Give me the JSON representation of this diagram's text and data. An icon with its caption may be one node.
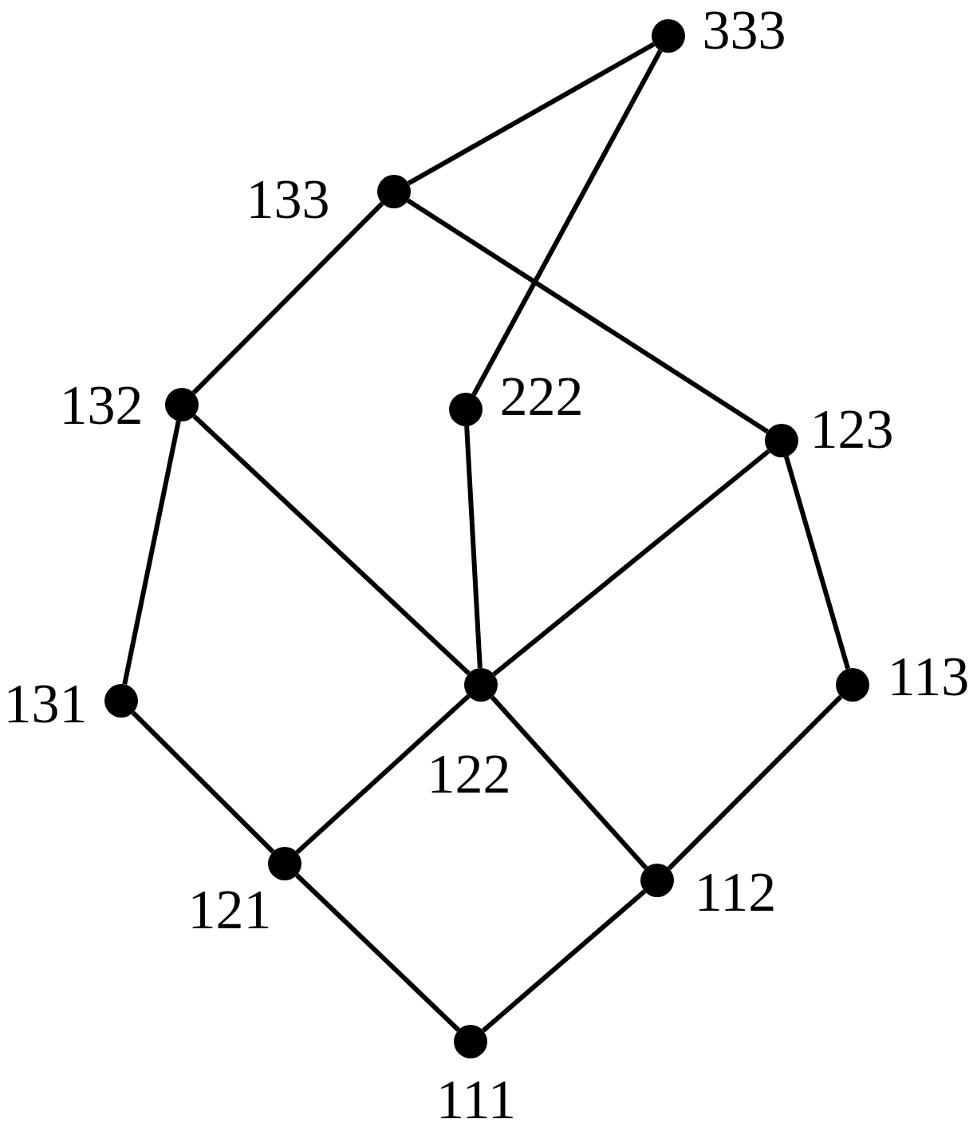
{
  "diagram": {
    "nodes": [
      {
        "text": [],
        "shape": "circle",
        "beside": [
          "333"
        ]
      },
      {
        "text": [],
        "shape": "circle",
        "beside": [
          "133"
        ]
      },
      {
        "text": [],
        "shape": "circle",
        "beside": [
          "132"
        ]
      },
      {
        "text": [],
        "shape": "circle",
        "beside": [
          "222"
        ]
      },
      {
        "text": [],
        "shape": "circle",
        "beside": [
          "123"
        ]
      },
      {
        "text": [],
        "shape": "circle",
        "beside": [
          "131"
        ]
      },
      {
        "text": [],
        "shape": "circle",
        "beside": [
          "122"
        ]
      },
      {
        "text": [],
        "shape": "circle",
        "beside": [
          "113"
        ]
      },
      {
        "text": [],
        "shape": "circle",
        "beside": [
          "121"
        ]
      },
      {
        "text": [],
        "shape": "circle",
        "beside": [
          "112"
        ]
      },
      {
        "text": [],
        "shape": "circle",
        "beside": [
          "111"
        ]
      }
    ],
    "edges": [
      {
        "from": 0,
        "to": 1,
        "arrow": "none"
      },
      {
        "from": 0,
        "to": 3,
        "arrow": "none"
      },
      {
        "from": 1,
        "to": 2,
        "arrow": "none"
      },
      {
        "from": 1,
        "to": 4,
        "arrow": "none"
      },
      {
        "from": 2,
        "to": 5,
        "arrow": "none"
      },
      {
        "from": 2,
        "to": 6,
        "arrow": "none"
      },
      {
        "from": 3,
        "to": 6,
        "arrow": "none"
      },
      {
        "from": 4,
        "to": 6,
        "arrow": "none"
      },
      {
        "from": 4,
        "to": 7,
        "arrow": "none"
      },
      {
        "from": 5,
        "to": 8,
        "arrow": "none"
      },
      {
        "from": 6,
        "to": 8,
        "arrow": "none"
      },
      {
        "from": 6,
        "to": 9,
        "arrow": "none"
      },
      {
        "from": 7,
        "to": 9,
        "arrow": "none"
      },
      {
        "from": 8,
        "to": 10,
        "arrow": "none"
      },
      {
        "from": 9,
        "to": 10,
        "arrow": "none"
      }
    ]
  }
}
